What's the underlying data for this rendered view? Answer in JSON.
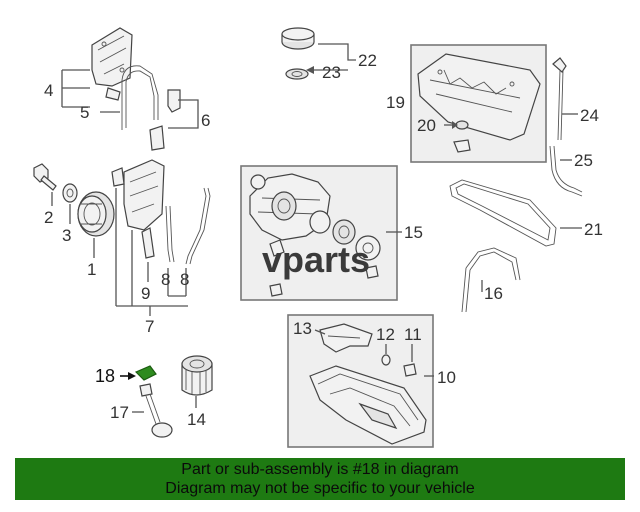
{
  "labels": {
    "l1": "1",
    "l2": "2",
    "l3": "3",
    "l4": "4",
    "l5": "5",
    "l6": "6",
    "l7": "7",
    "l8a": "8",
    "l8b": "8",
    "l9": "9",
    "l10": "10",
    "l11": "11",
    "l12": "12",
    "l13": "13",
    "l14": "14",
    "l15": "15",
    "l16": "16",
    "l17": "17",
    "l18": "18",
    "l19": "19",
    "l20": "20",
    "l21": "21",
    "l22": "22",
    "l23": "23",
    "l24": "24",
    "l25": "25"
  },
  "watermark": "vparts",
  "banner": {
    "line1": "Part or sub-assembly is #18 in diagram",
    "line2": "Diagram may not be specific to your vehicle"
  },
  "colors": {
    "banner_bg": "#1e7a12",
    "highlight_part": "#2e8b1e"
  }
}
